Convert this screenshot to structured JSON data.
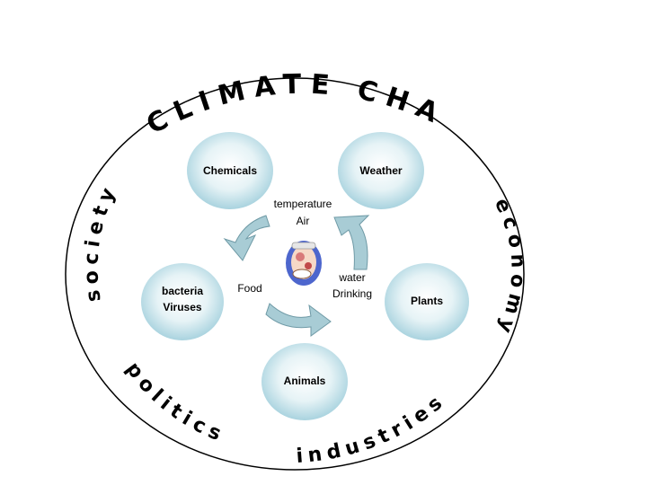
{
  "diagram": {
    "title": "CLIMATE CHANGE",
    "outer_labels": {
      "society": "society",
      "economy": "economy",
      "industries": "industries",
      "politics": "politics"
    },
    "nodes": {
      "chemicals": "Chemicals",
      "weather": "Weather",
      "viruses": "Viruses",
      "bacteria": "bacteria",
      "plants": "Plants",
      "animals": "Animals"
    },
    "inner_labels": {
      "air": "Air",
      "temperature": "temperature",
      "food": "Food",
      "drinking": "Drinking",
      "water": "water"
    },
    "colors": {
      "node_center": "#ffffff",
      "node_edge": "#a9d3df",
      "arrow_fill": "#a8ccd5",
      "arrow_stroke": "#6f9aa6",
      "outline": "#000000"
    },
    "center_icon": "person-eating-icon"
  }
}
